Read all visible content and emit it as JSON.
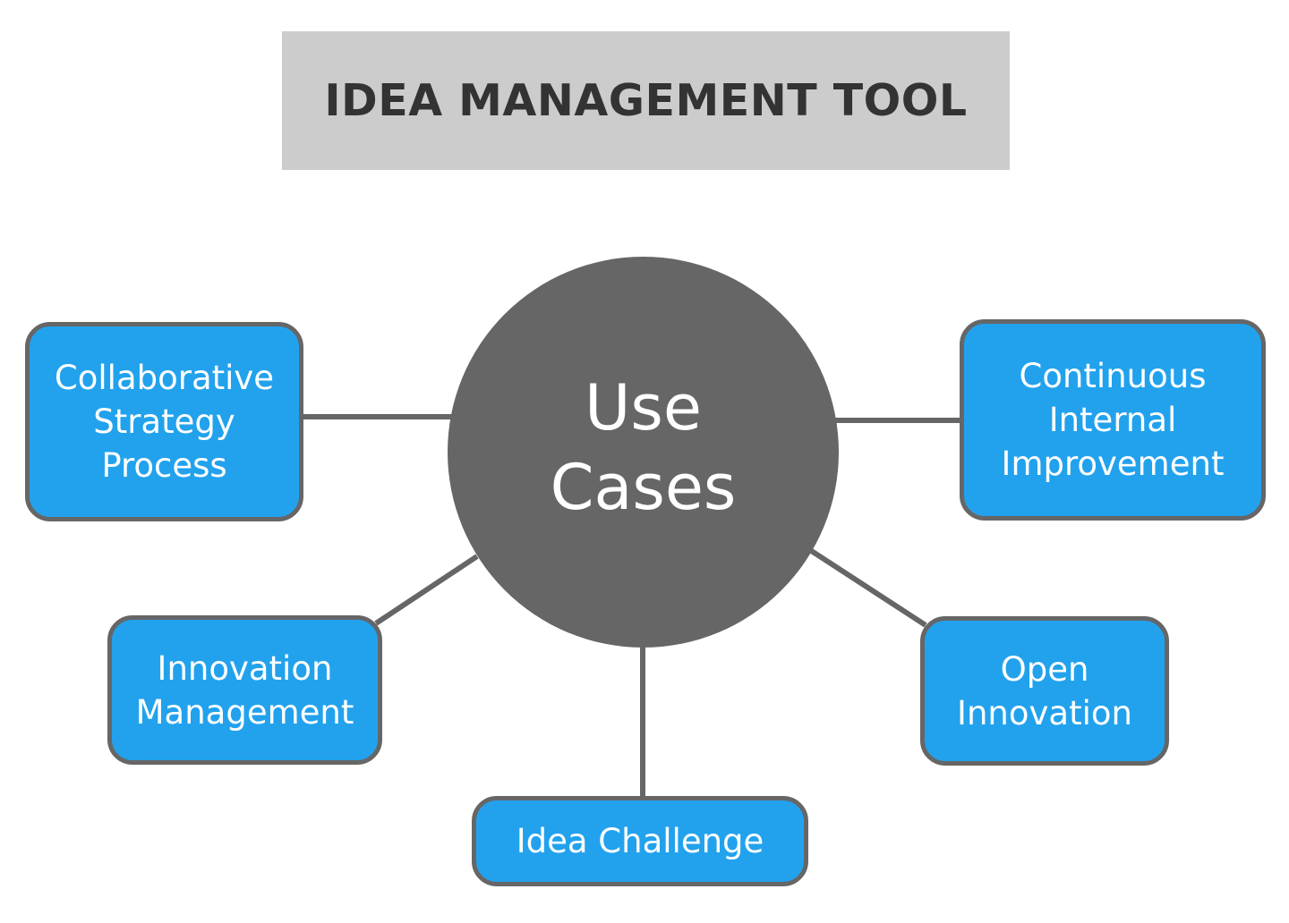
{
  "title": "IDEA MANAGEMENT TOOL",
  "hub": {
    "label": "Use\nCases",
    "color": "#666666"
  },
  "nodes": {
    "collaborative_strategy_process": "Collaborative\nStrategy\nProcess",
    "continuous_internal_improvement": "Continuous\nInternal\nImprovement",
    "innovation_management": "Innovation\nManagement",
    "open_innovation": "Open\nInnovation",
    "idea_challenge": "Idea Challenge"
  },
  "colors": {
    "node_fill": "#22a2ed",
    "node_border": "#666666",
    "title_fill": "#cccccc",
    "title_text": "#333333",
    "connector": "#666666"
  }
}
